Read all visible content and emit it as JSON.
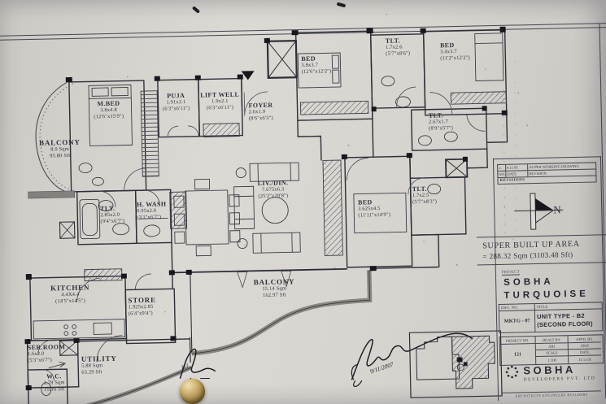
{
  "rooms": [
    {
      "id": "mbed",
      "name": "M.BED",
      "dim": "3.8x4.8",
      "dim_ft": "(12'6\"x15'9\")"
    },
    {
      "id": "puja",
      "name": "PUJA",
      "dim": "1.91x2.1",
      "dim_ft": "(6'3\"x6'11\")"
    },
    {
      "id": "liftwell",
      "name": "LIFT WELL",
      "dim": "1.9x2.1",
      "dim_ft": "(6'3\"x6'11\")"
    },
    {
      "id": "foyer",
      "name": "FOYER",
      "dim": "2.6x1.9",
      "dim_ft": "(8'6\"x6'3\")"
    },
    {
      "id": "bed-top-mid",
      "name": "BED",
      "dim": "3.8x3.7",
      "dim_ft": "(12'6\"x12'2\")"
    },
    {
      "id": "tlt-top",
      "name": "TLT.",
      "dim": "1.7x2.6",
      "dim_ft": "(5'7\"x8'6\")"
    },
    {
      "id": "bed-top-right",
      "name": "BED",
      "dim": "3.4x3.7",
      "dim_ft": "(11'2\"x12'2\")"
    },
    {
      "id": "tlt-mid-right",
      "name": "TLT.",
      "dim": "2.67x1.7",
      "dim_ft": "(8'9\"x5'7\")"
    },
    {
      "id": "balcony-left",
      "name": "BALCONY",
      "dim": "8.9 Sqm",
      "dim_ft": "95.80 Sft"
    },
    {
      "id": "tlt-left",
      "name": "TLT.",
      "dim": "2.85x2.0",
      "dim_ft": "(9'4\"x6'7\")"
    },
    {
      "id": "h-wash",
      "name": "H. WASH",
      "dim": "0.95x2.0",
      "dim_ft": "(3'1\"x6'7\")"
    },
    {
      "id": "liv-din",
      "name": "LIV./DIN.",
      "dim": "7.675x6.3",
      "dim_ft": "(25'2\"x20'8\")"
    },
    {
      "id": "bed-right",
      "name": "BED",
      "dim": "3.625x4.5",
      "dim_ft": "(11'11\"x14'9\")"
    },
    {
      "id": "tlt-right",
      "name": "TLT.",
      "dim": "1.7x2.5",
      "dim_ft": "(5'7\"x8'3\")"
    },
    {
      "id": "kitchen",
      "name": "KITCHEN",
      "dim": "4.4X4.4",
      "dim_ft": "(14'5\"x14'5\")"
    },
    {
      "id": "store",
      "name": "STORE",
      "dim": "1.925x2.85",
      "dim_ft": "(6'4\"x9'4\")"
    },
    {
      "id": "ser-room",
      "name": "SER.ROOM",
      "dim": "1.6x2.0",
      "dim_ft": "(5'3\"x6'7\")"
    },
    {
      "id": "utility",
      "name": "UTILITY",
      "dim": "5.88 Sqm",
      "dim_ft": "63.29 Sft"
    },
    {
      "id": "wc",
      "name": "W.C.",
      "dim": "1.78 Sqm",
      "dim_ft": "19.16 Sft"
    },
    {
      "id": "balcony-bottom",
      "name": "BALCONY",
      "dim": "15.14 Sqm",
      "dim_ft": "162.97 Sft"
    }
  ],
  "title_block": {
    "revision_row": {
      "no": "1.",
      "date": "4.11.05",
      "text": "AS PER WORKING DRAWING"
    },
    "revision_header": {
      "no": "NO.",
      "date": "DATE",
      "text": "REVISION"
    },
    "revisions_label": "REVISIONS",
    "north_label": "N",
    "area_title": "SUPER BUILT UP AREA",
    "area_value": "= 288.32 Sqm (3103.48 Sft)",
    "project_label": "PROJECT",
    "project_name_line1": "SOBHA",
    "project_name_line2": "TURQUOISE",
    "drg_no_label": "DRG. NO.",
    "title_label": "TITLE",
    "drg_no": "MKTG - 07",
    "unit_title_line1": "UNIT TYPE - B2",
    "unit_title_line2": "(SECOND FLOOR)",
    "project_no_label": "PROJECT NO.",
    "dealt_by_label": "DEALT BY.",
    "appd_by_label": "APPD. BY.",
    "project_no": "121",
    "dealt_by": "ABJ",
    "appd_by": "GKH",
    "scale_label": "SCALE",
    "scale_value": "1:100",
    "date_label": "DATE",
    "date_value": "11.11.05",
    "logo_name": "SOBHA",
    "logo_sub": "DEVELOPERS PVT. LTD",
    "footer": "ARCHITECTS ENGINEERS BUILDERS"
  },
  "annotations": {
    "signature_date": "9/11/2007"
  }
}
